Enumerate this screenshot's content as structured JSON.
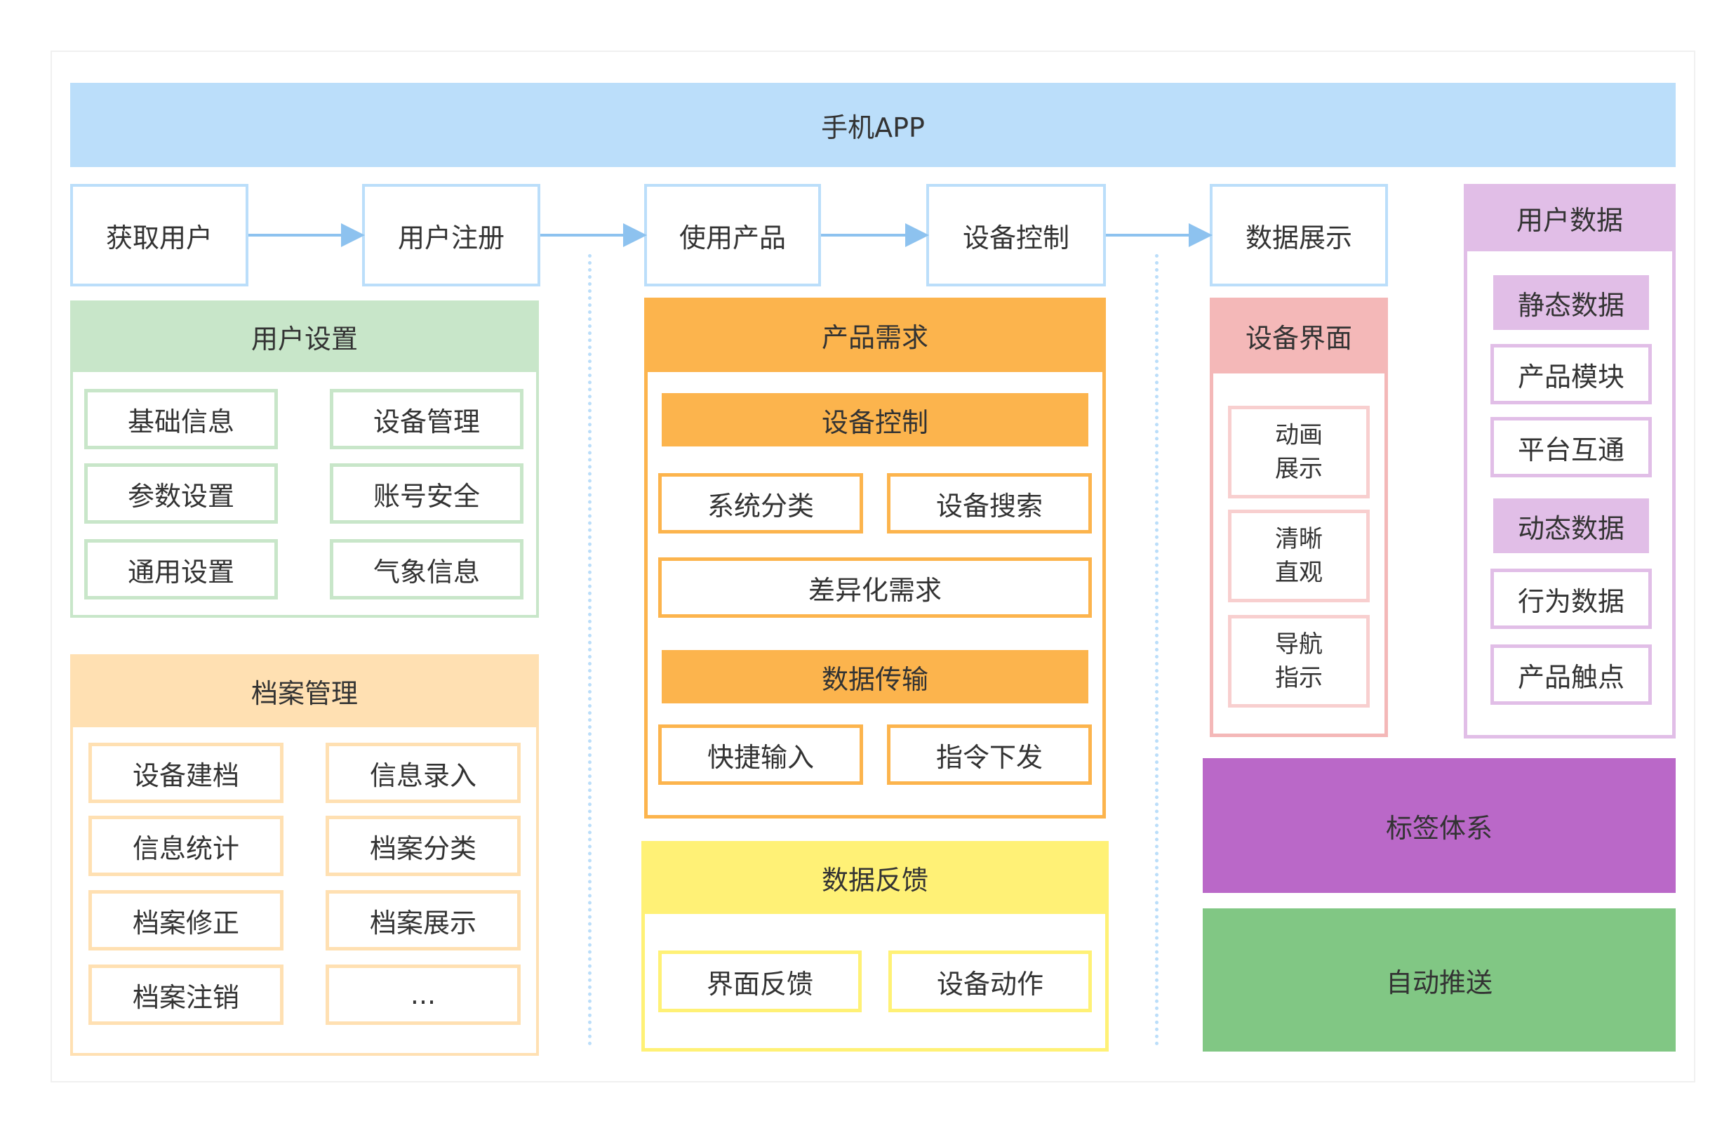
{
  "banner": {
    "title": "手机APP"
  },
  "flow": [
    "获取用户",
    "用户注册",
    "使用产品",
    "设备控制",
    "数据展示"
  ],
  "user_settings": {
    "title": "用户设置",
    "items": [
      "基础信息",
      "设备管理",
      "参数设置",
      "账号安全",
      "通用设置",
      "气象信息"
    ]
  },
  "archive": {
    "title": "档案管理",
    "items": [
      "设备建档",
      "信息录入",
      "信息统计",
      "档案分类",
      "档案修正",
      "档案展示",
      "档案注销",
      "..."
    ]
  },
  "product_req": {
    "title": "产品需求",
    "device_control": {
      "title": "设备控制",
      "items": [
        "系统分类",
        "设备搜索"
      ]
    },
    "diff": "差异化需求",
    "transfer": {
      "title": "数据传输",
      "items": [
        "快捷输入",
        "指令下发"
      ]
    }
  },
  "feedback": {
    "title": "数据反馈",
    "items": [
      "界面反馈",
      "设备动作"
    ]
  },
  "device_ui": {
    "title": "设备界面",
    "items": [
      [
        "动画",
        "展示"
      ],
      [
        "清晰",
        "直观"
      ],
      [
        "导航",
        "指示"
      ]
    ]
  },
  "user_data": {
    "title": "用户数据",
    "static_title": "静态数据",
    "static_items": [
      "产品模块",
      "平台互通"
    ],
    "dynamic_title": "动态数据",
    "dynamic_items": [
      "行为数据",
      "产品触点"
    ]
  },
  "tag_system": "标签体系",
  "auto_push": "自动推送",
  "colors": {
    "blue": "#bbdefa",
    "green": "#c8e6c9",
    "beige": "#ffe0b2",
    "orange": "#fcb44d",
    "yellow": "#fff176",
    "pink": "#f4b8b8",
    "lilac": "#e1bee7",
    "purple": "#ba68c8",
    "dark_green": "#81c784"
  }
}
